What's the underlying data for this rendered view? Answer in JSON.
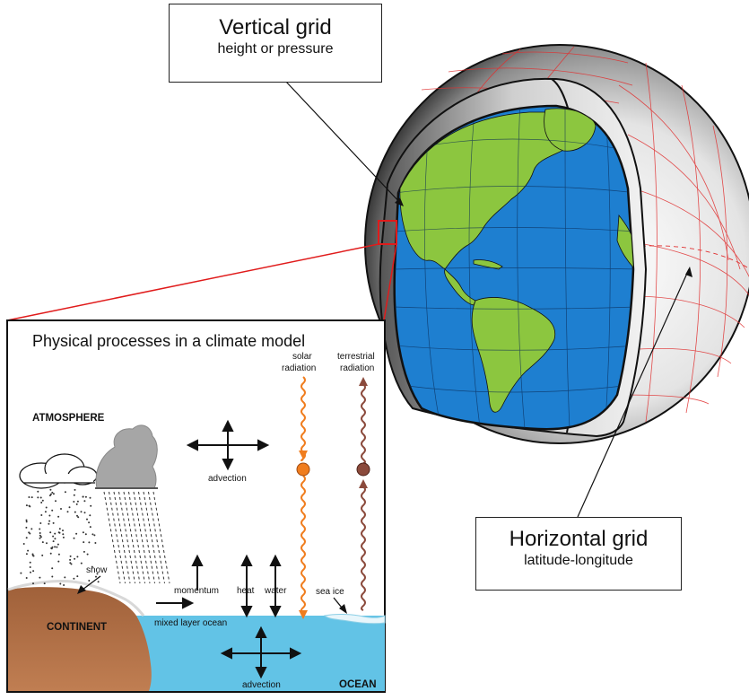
{
  "vertical_grid": {
    "title": "Vertical grid",
    "subtitle": "height or pressure"
  },
  "horizontal_grid": {
    "title": "Horizontal grid",
    "subtitle": "latitude-longitude"
  },
  "inset": {
    "title": "Physical processes in a climate model",
    "atmosphere": "ATMOSPHERE",
    "advection_atm": "advection",
    "advection_ocean": "advection",
    "solar_radiation_1": "solar",
    "solar_radiation_2": "radiation",
    "terrestrial_radiation_1": "terrestrial",
    "terrestrial_radiation_2": "radiation",
    "snow": "snow",
    "momentum": "momentum",
    "heat": "heat",
    "water": "water",
    "sea_ice": "sea ice",
    "continent": "CONTINENT",
    "mixed_layer_ocean": "mixed layer ocean",
    "ocean": "OCEAN"
  },
  "colors": {
    "ocean_globe": "#1e7fd0",
    "land": "#8cc63f",
    "ocean_water": "#62c3e6",
    "continent_soil": "#a0613a",
    "solar": "#f07d1e",
    "terrestrial": "#8b4a3c",
    "grid_lines": "#e03030",
    "highlight": "#e01b1b"
  }
}
